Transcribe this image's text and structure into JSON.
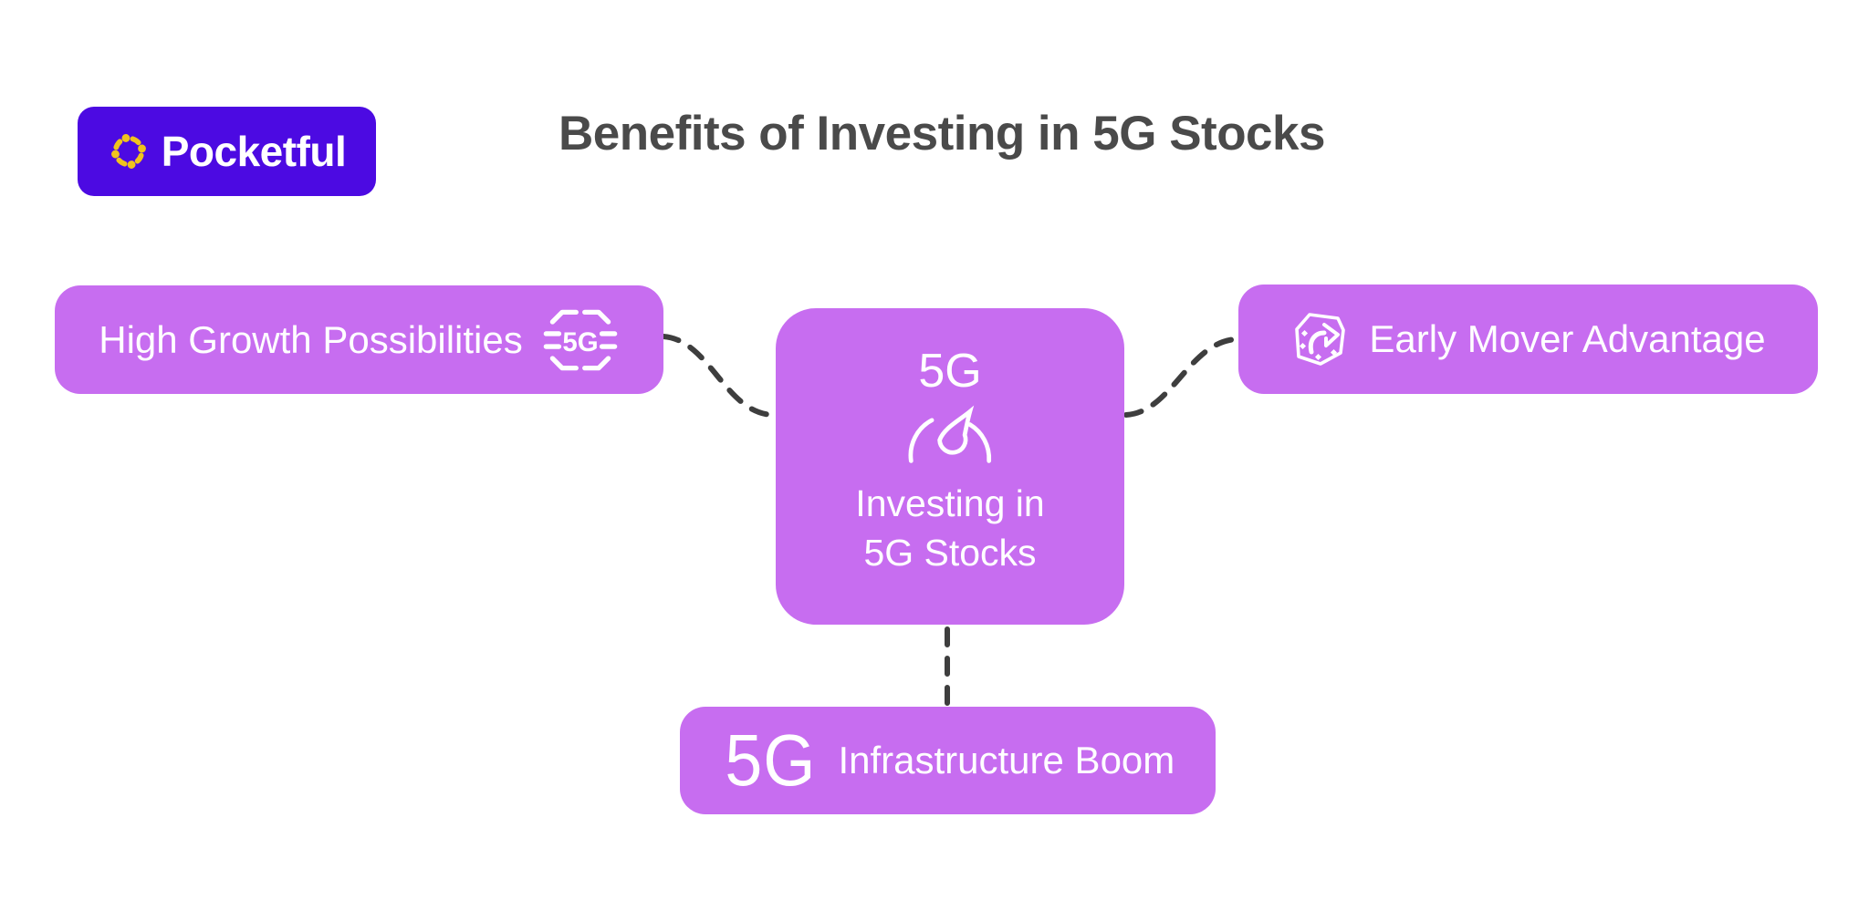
{
  "header": {
    "title": "Benefits of Investing in 5G Stocks",
    "logo": {
      "text": "Pocketful",
      "icon": "pocketful-flower-icon",
      "bg_color": "#4C0AE2",
      "icon_color": "#F0C31D",
      "text_color": "#FFFFFF"
    }
  },
  "colors": {
    "background": "#FFFFFF",
    "node_fill": "#C76DF0",
    "node_text": "#FFFFFF",
    "connector": "#3E3E3E",
    "title_text": "#4A4A4A"
  },
  "diagram": {
    "center_node": {
      "badge": "5G",
      "icon": "speedometer-gauge-icon",
      "label_line1": "Investing in",
      "label_line2": "5G Stocks"
    },
    "nodes": [
      {
        "id": "high-growth",
        "label": "High Growth Possibilities",
        "icon": "5g-network-icon"
      },
      {
        "id": "early-mover",
        "label": "Early Mover Advantage",
        "icon": "early-mover-arrow-icon"
      },
      {
        "id": "infrastructure-boom",
        "prefix": "5G",
        "label": "Infrastructure Boom"
      }
    ],
    "connectors": [
      {
        "from": "high-growth",
        "to": "center"
      },
      {
        "from": "center",
        "to": "early-mover"
      },
      {
        "from": "center",
        "to": "infrastructure-boom"
      }
    ]
  }
}
